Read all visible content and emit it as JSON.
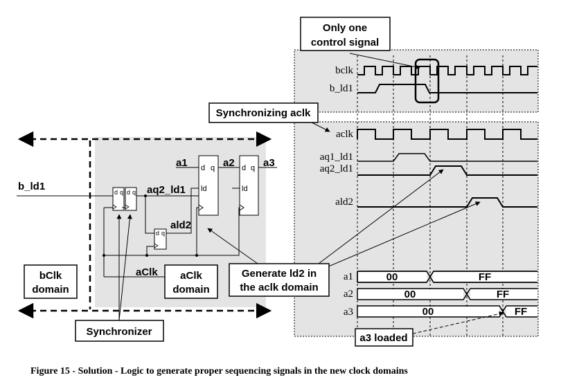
{
  "annotations": {
    "only_one_control_line1": "Only one",
    "only_one_control_line2": "control signal",
    "synchronizing_aclk": "Synchronizing aclk",
    "generate_ld2_line1": "Generate ld2 in",
    "generate_ld2_line2": "the aclk domain",
    "a3_loaded": "a3 loaded",
    "synchronizer": "Synchronizer"
  },
  "domains": {
    "bclk_line1": "bClk",
    "bclk_line2": "domain",
    "aclk_line1": "aClk",
    "aclk_line2": "domain"
  },
  "schematic": {
    "input_signal": "b_ld1",
    "aq2_ld1": "aq2_ld1",
    "ald2": "ald2",
    "aclk": "aClk",
    "reg_a1": "a1",
    "reg_a2": "a2",
    "reg_a3": "a3",
    "pin_d": "d",
    "pin_q": "q",
    "pin_ld": "ld"
  },
  "waveforms": {
    "bclk": "bclk",
    "b_ld1": "b_ld1",
    "aclk": "aclk",
    "aq1_ld1": "aq1_ld1",
    "aq2_ld1": "aq2_ld1",
    "ald2": "ald2",
    "a1": "a1",
    "a2": "a2",
    "a3": "a3",
    "a1_old": "00",
    "a1_new": "FF",
    "a2_old": "00",
    "a2_new": "FF",
    "a3_old": "00",
    "a3_new": "FF"
  },
  "caption": "Figure 15 - Solution - Logic to generate proper sequencing signals in the new clock domains"
}
